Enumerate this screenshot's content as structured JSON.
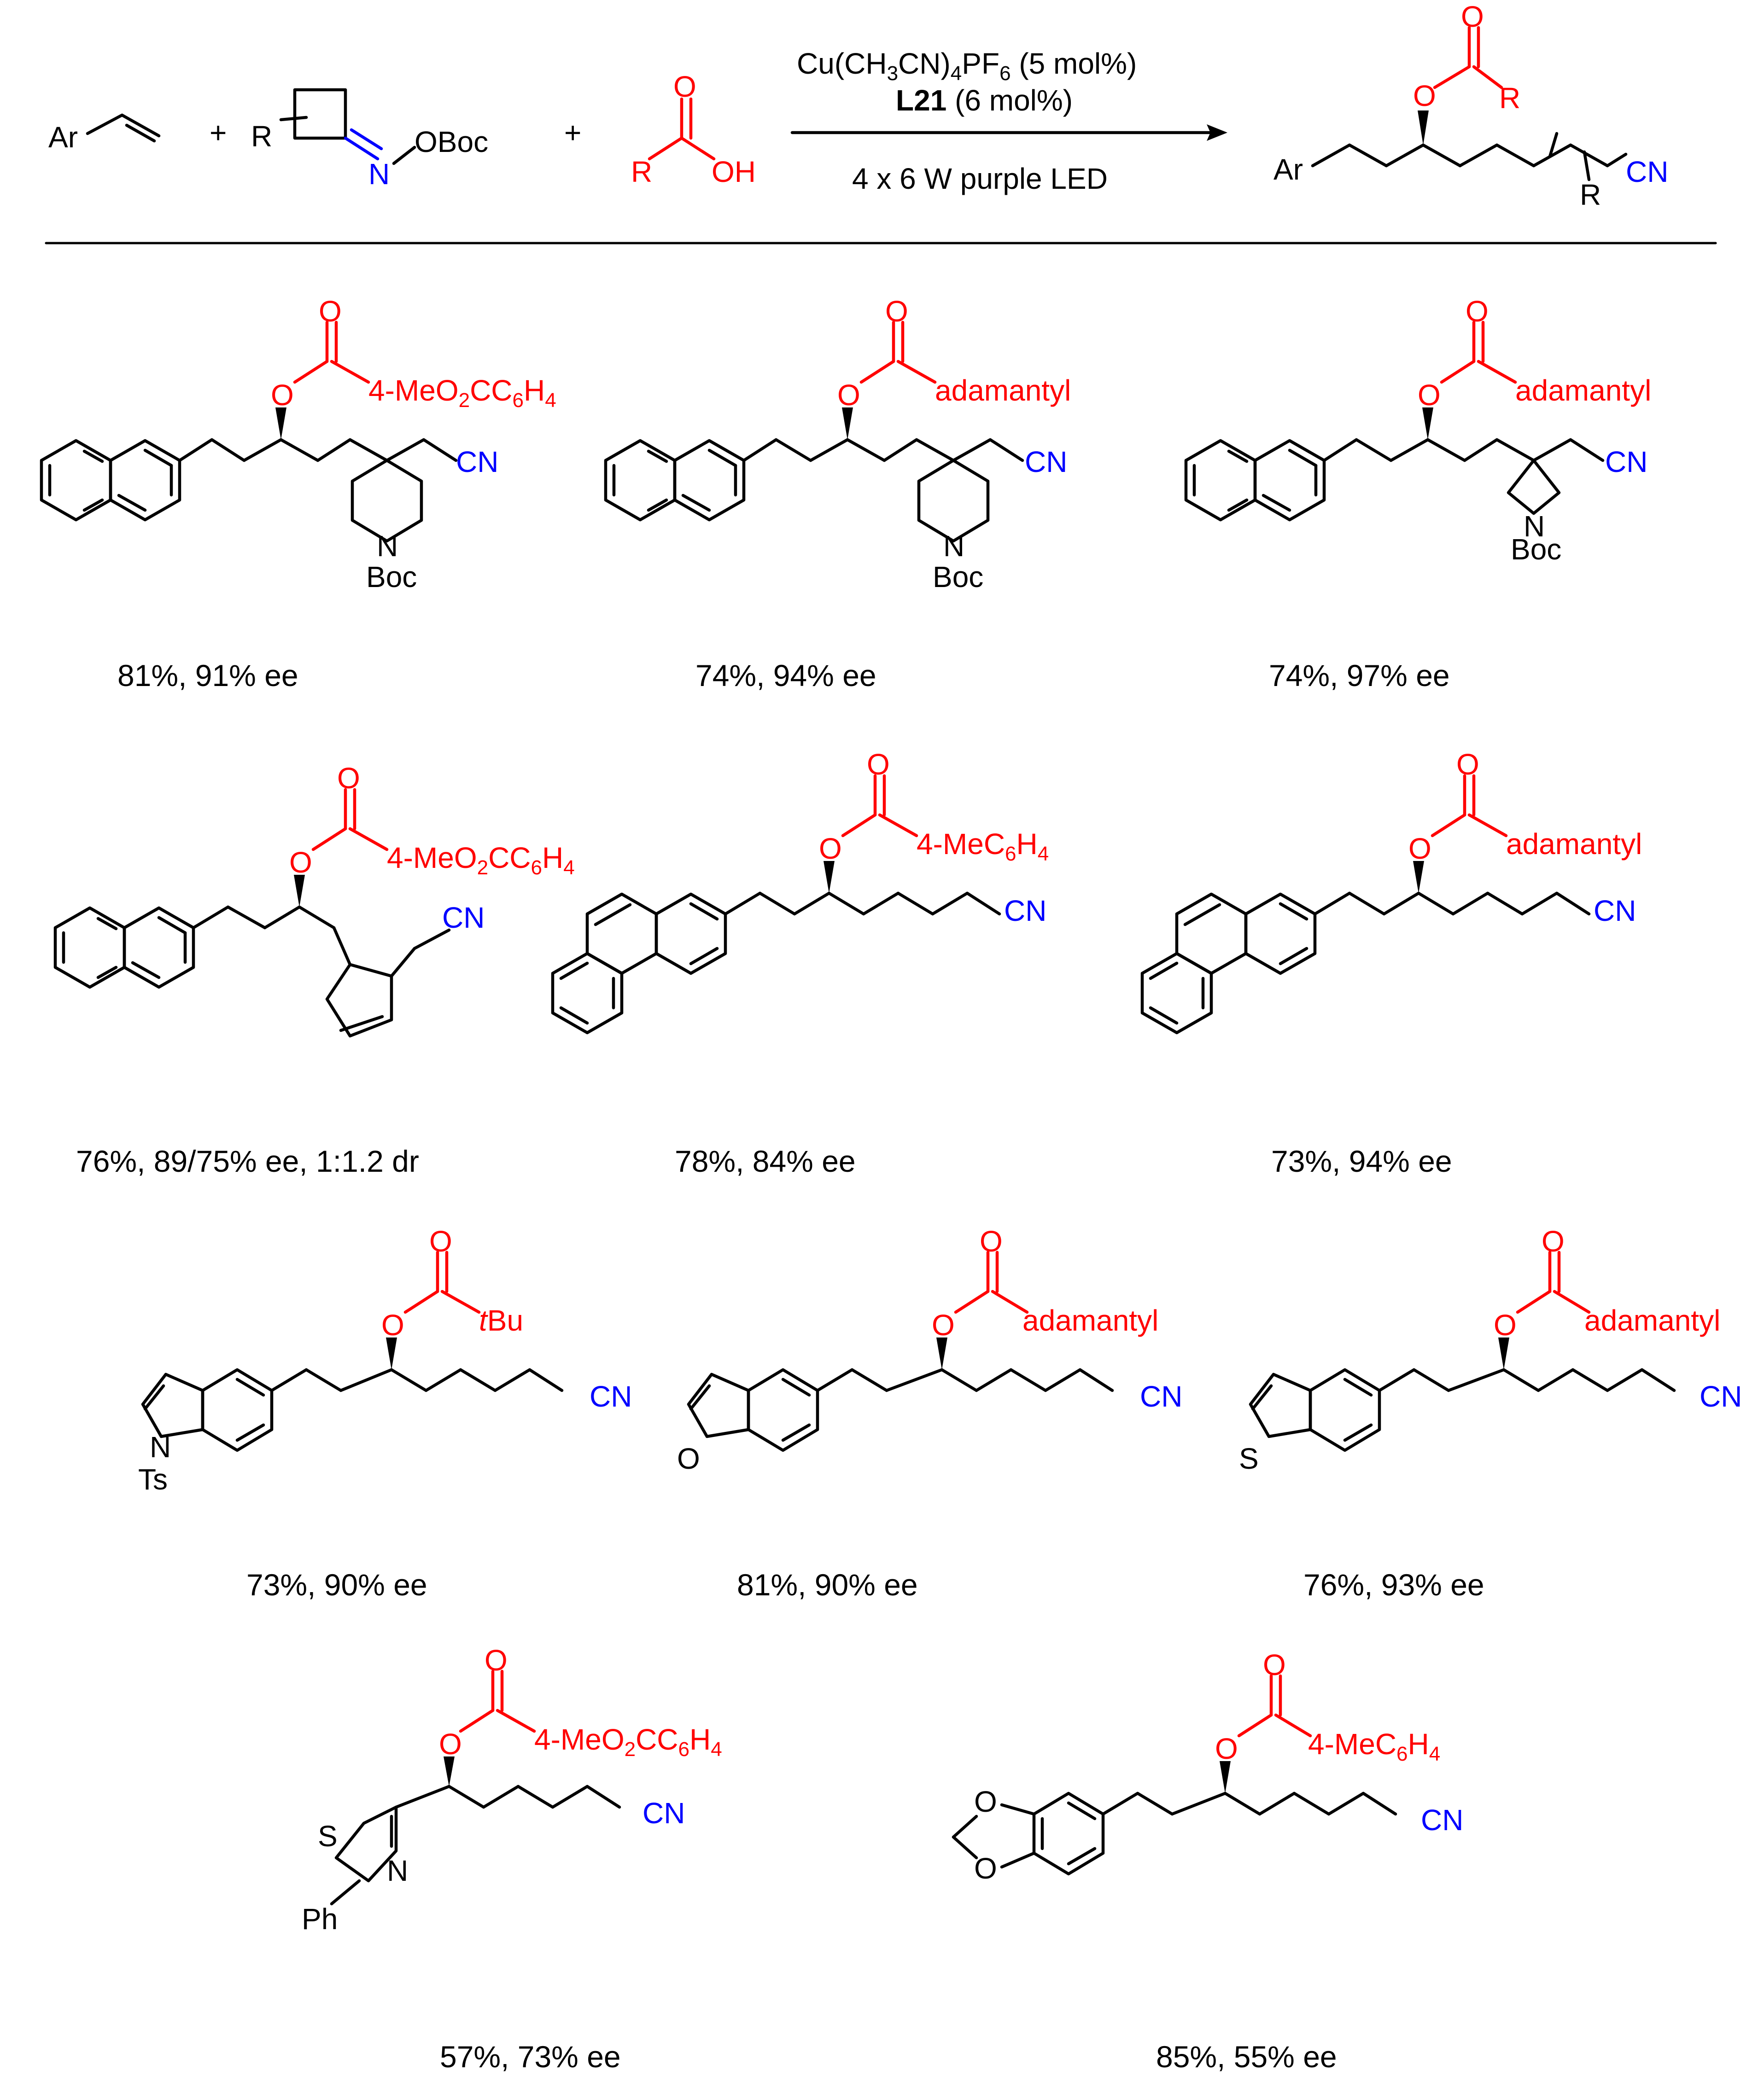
{
  "colors": {
    "acid_component": "#ff0000",
    "nitrile_component": "#0000ff",
    "default": "#000000"
  },
  "scheme": {
    "reactant1": {
      "ar": "Ar"
    },
    "plus1": "+",
    "reactant2": {
      "r": "R",
      "n": "N",
      "obOC": "OBoc"
    },
    "plus2": "+",
    "reactant3": {
      "r": "R",
      "o": "O",
      "oh": "OH"
    },
    "conditions": {
      "catalyst": "Cu(CH3CN)4PF6 (5 mol%)",
      "catalyst_main": "Cu(CH",
      "catalyst_sub3": "3",
      "catalyst_mid": "CN)",
      "catalyst_sub4": "4",
      "catalyst_pf": "PF",
      "catalyst_sub6": "6",
      "catalyst_tail": " (5 mol%)",
      "ligand": "L21",
      "ligand_loading": " (6 mol%)",
      "light": "4 x 6 W purple LED"
    },
    "product": {
      "ar": "Ar",
      "o_ester": "O",
      "o_carbonyl": "O",
      "r_acyl": "R",
      "r_ring": "R",
      "cn": "CN"
    }
  },
  "labels": {
    "cn": "CN",
    "boc": "Boc",
    "n": "N",
    "o": "O",
    "s": "S",
    "ts": "Ts",
    "ph": "Ph",
    "adamantyl": "adamantyl",
    "mebenzoate_main": "4-MeO",
    "mebenzoate_sub2": "2",
    "mebenzoate_mid": "CC",
    "mebenzoate_sub6": "6",
    "mebenzoate_h": "H",
    "mebenzoate_sub4": "4",
    "tolyl_main": "4-MeC",
    "tolyl_sub6": "6",
    "tolyl_h": "H",
    "tolyl_sub4": "4",
    "tbu_t": "t",
    "tbu_bu": "Bu"
  },
  "products": [
    {
      "id": 1,
      "yield_text": "81%, 91% ee"
    },
    {
      "id": 2,
      "yield_text": "74%, 94% ee"
    },
    {
      "id": 3,
      "yield_text": "74%, 97% ee"
    },
    {
      "id": 4,
      "yield_text": "76%, 89/75% ee, 1:1.2 dr"
    },
    {
      "id": 5,
      "yield_text": "78%, 84% ee"
    },
    {
      "id": 6,
      "yield_text": "73%, 94% ee"
    },
    {
      "id": 7,
      "yield_text": "73%, 90% ee"
    },
    {
      "id": 8,
      "yield_text": "81%, 90% ee"
    },
    {
      "id": 9,
      "yield_text": "76%, 93% ee"
    },
    {
      "id": 10,
      "yield_text": "57%, 73% ee"
    },
    {
      "id": 11,
      "yield_text": "85%, 55% ee"
    }
  ]
}
